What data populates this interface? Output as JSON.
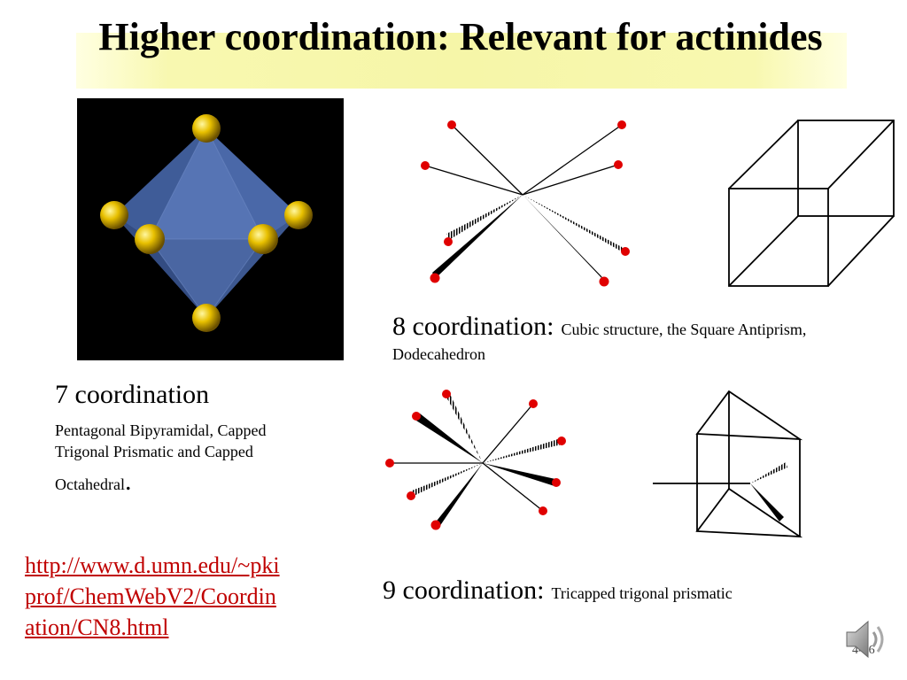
{
  "slide": {
    "title": "Higher coordination:  Relevant for actinides",
    "cn8": {
      "heading": "8 coordination:",
      "description": "Cubic structure, the Square Antiprism, Dodecahedron"
    },
    "cn7": {
      "heading": "7 coordination",
      "description": "Pentagonal Bipyramidal, Capped Trigonal Prismatic and Capped",
      "description_end": "Octahedral",
      "period": "."
    },
    "cn9": {
      "heading": "9 coordination:",
      "description": "Tricapped trigonal prismatic"
    },
    "link": "http://www.d.umn.edu/~pkiprof/ChemWebV2/Coordination/CN8.html",
    "page_number": "4-16"
  },
  "colors": {
    "title_band": "#f6f6a8",
    "link": "#c00000",
    "atom_red": "#e00000",
    "atom_gold": "#f0c800",
    "octahedron_blue": "#4a6aa8"
  },
  "icons": {
    "speaker": "speaker-icon"
  }
}
